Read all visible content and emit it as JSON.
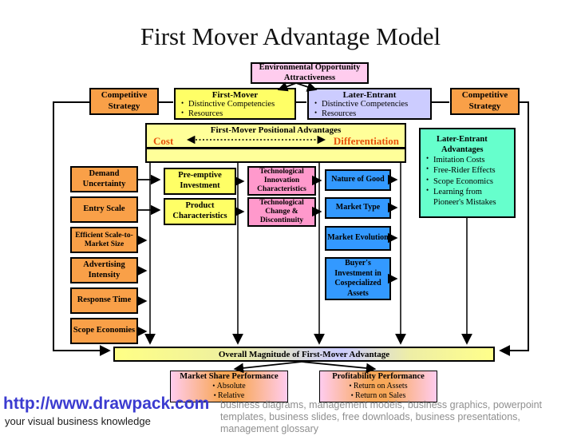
{
  "title": "First Mover Advantage Model",
  "boxes": {
    "environment": {
      "line1": "Environmental Opportunity",
      "line2": "Attractiveness"
    },
    "competitive_strategy": {
      "line1": "Competitive",
      "line2": "Strategy"
    },
    "first_mover": {
      "title": "First-Mover",
      "bullets": [
        "Distinctive Competencies",
        "Resources"
      ]
    },
    "later_entrant": {
      "title": "Later-Entrant",
      "bullets": [
        "Distinctive Competencies",
        "Resources"
      ]
    },
    "positional": {
      "title": "First-Mover Positional Advantages",
      "left": "Cost",
      "right": "Differentiation"
    },
    "later_entrant_advantages": {
      "title1": "Later-Entrant",
      "title2": "Advantages",
      "bullets": [
        "Imitation Costs",
        "Free-Rider Effects",
        "Scope Economics",
        "Learning from Pioneer's Mistakes"
      ]
    },
    "drivers": [
      "Demand Uncertainty",
      "Entry Scale",
      "Efficient Scale-to-Market Size",
      "Advertising Intensity",
      "Response Time",
      "Scope Economies"
    ],
    "strategies": [
      "Pre-emptive Investment",
      "Product Characteristics"
    ],
    "technology": [
      "Technological Innovation Characteristics",
      "Technological Change & Discontinuity"
    ],
    "market": [
      "Nature of Good",
      "Market Type",
      "Market Evolution",
      "Buyer's Investment in Cospecialized Assets"
    ],
    "overall": "Overall Magnitude of First-Mover Advantage",
    "market_share": {
      "title": "Market Share Performance",
      "bullets": [
        "Absolute",
        "Relative"
      ]
    },
    "profitability": {
      "title": "Profitability Performance",
      "bullets": [
        "Return on Assets",
        "Return on Sales"
      ]
    }
  },
  "footer": {
    "url": "http://www.drawpack.com",
    "tagline": "your visual business knowledge",
    "keywords": "business diagrams, management models, business graphics, powerpoint templates, business slides, free downloads, business presentations, management glossary"
  },
  "colors": {
    "orange": "#F9A048",
    "yellow": "#FFFF66",
    "light_yellow": "#FFFF99",
    "pink": "#FF99CC",
    "light_pink": "#FFCCEE",
    "blue": "#3399FF",
    "lavender": "#CCCCFF",
    "green": "#66FFCC",
    "cost_diff_label": "#E8500A",
    "url_blue": "#3B3BD0",
    "keywords_gray": "#8F8F8F"
  }
}
